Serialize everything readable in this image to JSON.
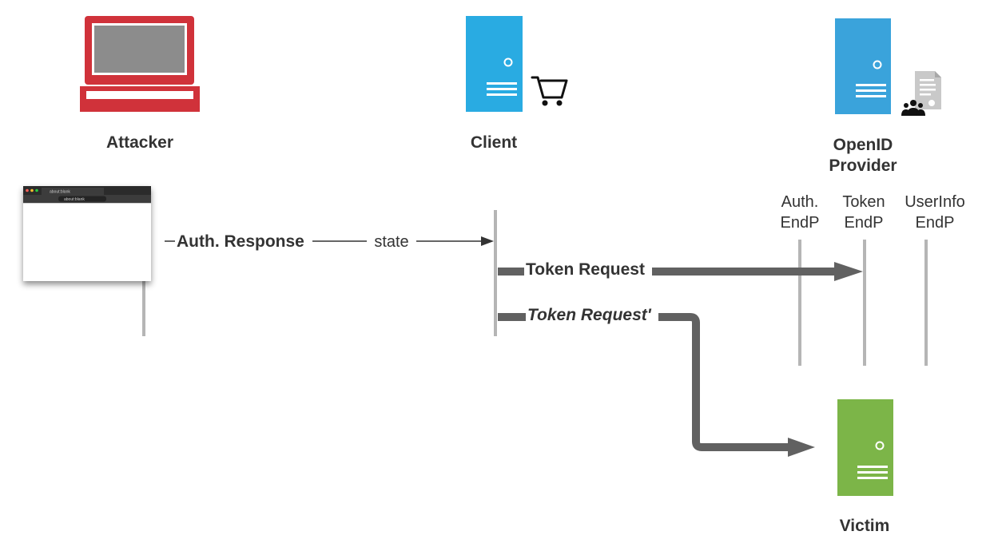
{
  "actors": {
    "attacker": {
      "label": "Attacker",
      "color": "#d0323a"
    },
    "client": {
      "label": "Client",
      "color": "#29abe2"
    },
    "provider": {
      "label_line1": "OpenID",
      "label_line2": "Provider",
      "color": "#3aa3db"
    },
    "victim": {
      "label": "Victim",
      "color": "#7cb548"
    }
  },
  "endpoints": [
    {
      "line1": "Auth.",
      "line2": "EndP"
    },
    {
      "line1": "Token",
      "line2": "EndP"
    },
    {
      "line1": "UserInfo",
      "line2": "EndP"
    }
  ],
  "messages": {
    "auth_response": "Auth. Response",
    "state": "state",
    "token_request": "Token Request",
    "token_request_prime": "Token Request'"
  },
  "browser": {
    "tab_title": "about:blank",
    "address": "about:blank"
  },
  "colors": {
    "arrow_dark": "#616161",
    "lifeline": "#b5b5b5",
    "text": "#333333"
  }
}
